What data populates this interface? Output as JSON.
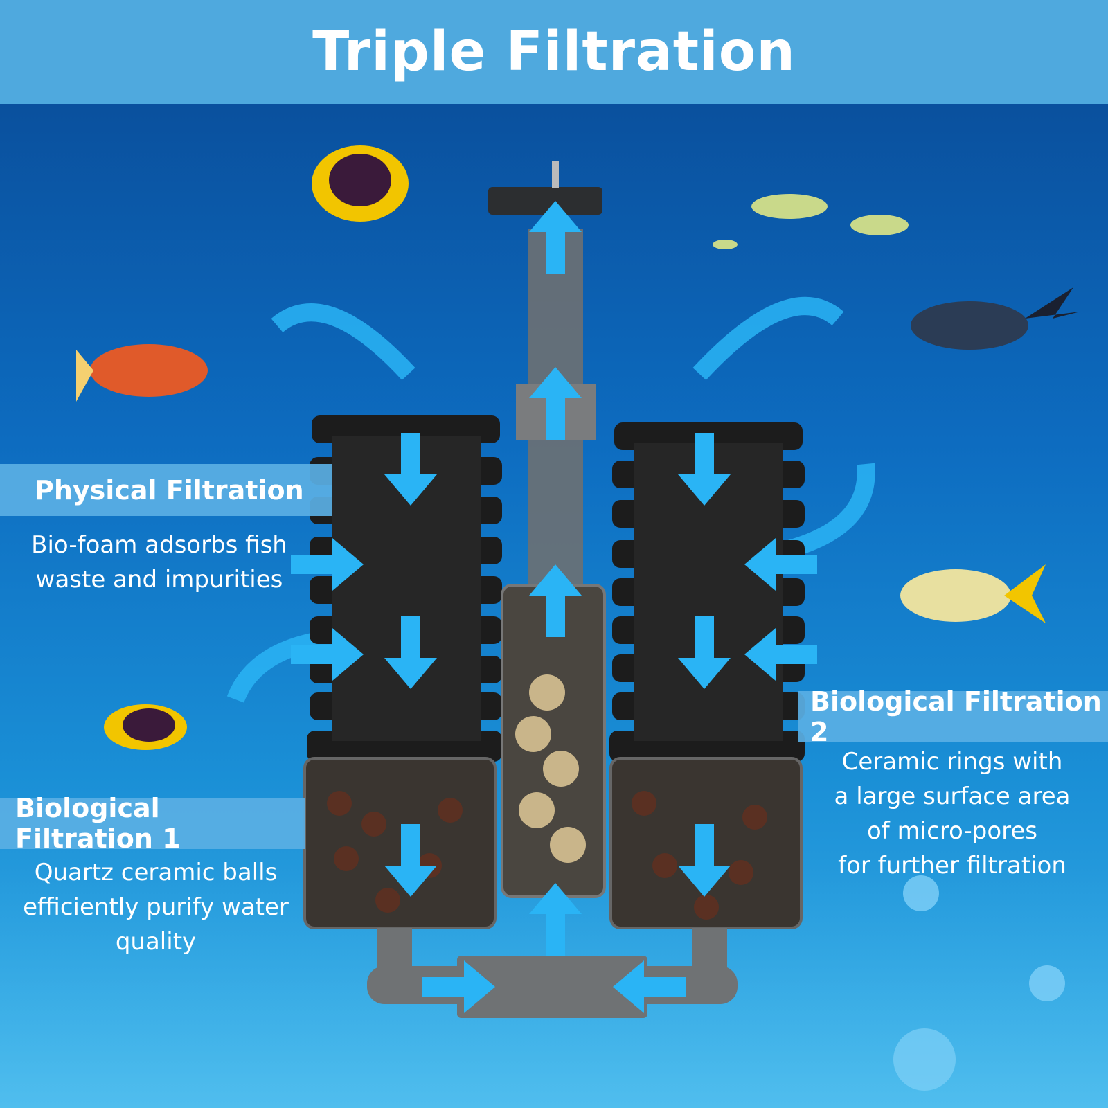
{
  "title": "Triple Filtration",
  "sections": [
    {
      "heading": "Physical Filtration",
      "lines": [
        "Bio-foam adsorbs fish",
        "waste and impurities"
      ]
    },
    {
      "heading": "Biological Filtration 1",
      "lines": [
        "Quartz ceramic balls",
        "efficiently purify water",
        "quality"
      ]
    },
    {
      "heading": "Biological Filtration 2",
      "lines": [
        "Ceramic rings with",
        "a large surface area",
        "of micro-pores",
        "for further filtration"
      ]
    }
  ],
  "colors": {
    "banner": "#4fa9de",
    "arrow": "#2ab4f5",
    "sponge": "#1c1c1c"
  }
}
